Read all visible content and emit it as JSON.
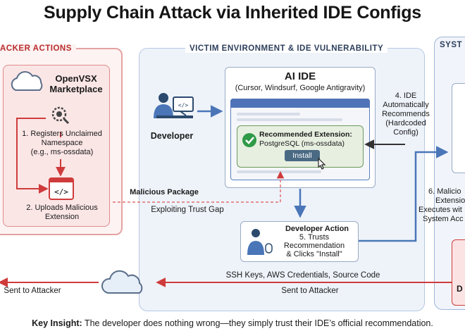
{
  "title": "Supply Chain Attack via Inherited IDE Configs",
  "zones": {
    "attacker": "ACKER ACTIONS",
    "victim": "VICTIM ENVIRONMENT & IDE VULNERABILITY",
    "system": "SYST"
  },
  "attacker": {
    "marketplace_line1": "OpenVSX",
    "marketplace_line2": "Marketplace",
    "step1_line1": "1. Registers Unclaimed",
    "step1_line2": "Namespace",
    "step1_line3": "(e.g., ms-ossdata)",
    "step2_line1": "2. Uploads Malicious",
    "step2_line2": "Extension"
  },
  "victim": {
    "developer_label": "Developer",
    "ide_title": "AI IDE",
    "ide_subtitle": "(Cursor, Windsurf, Google Antigravity)",
    "rec_line1": "Recommended Extension:",
    "rec_line2": "PostgreSQL (ms-ossdata)",
    "install_label": "Install",
    "step4_line1": "4. IDE",
    "step4_line2": "Automatically",
    "step4_line3": "Recommends",
    "step4_line4": "(Hardcoded",
    "step4_line5": "Config)",
    "malicious_package": "Malicious Package",
    "exploiting": "Exploiting Trust Gap",
    "dev_action_title": "Developer Action",
    "step5_line1": "5. Trusts",
    "step5_line2": "Recommendation",
    "step5_line3": "& Clicks \"Install\""
  },
  "system": {
    "step6_line1": "6. Malicio",
    "step6_line2": "Extensio",
    "step6_line3": "Executes wit",
    "step6_line4": "System Acc",
    "red_label": "D"
  },
  "exfil": {
    "left_label": "Sent to Attacker",
    "data_label": "SSH Keys, AWS Credentials, Source Code",
    "right_label": "Sent to Attacker"
  },
  "footer": {
    "bold": "Key Insight:",
    "text": " The developer does nothing wrong—they simply trust their IDE’s official recommendation."
  },
  "colors": {
    "attack_red": "#cf3b3b",
    "flow_blue": "#4a76b8",
    "check_green": "#2f9a48"
  },
  "icons": [
    "cloud-icon",
    "gear-search-icon",
    "code-file-icon",
    "developer-icon",
    "check-icon",
    "cursor-hand-icon",
    "user-mouse-icon"
  ]
}
